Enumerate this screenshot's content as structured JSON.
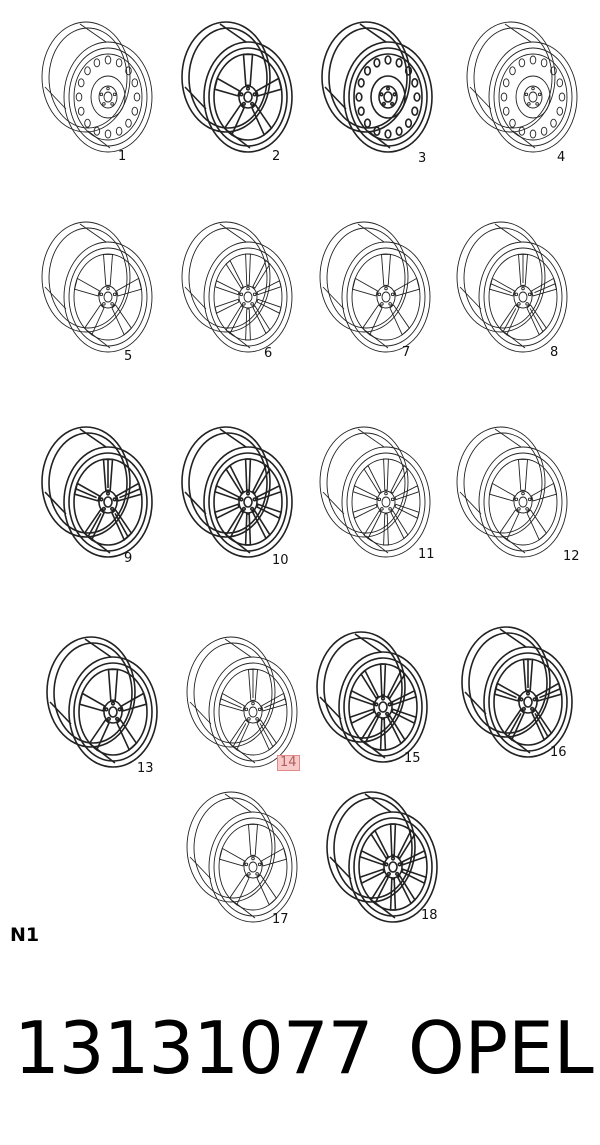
{
  "wheels": [
    {
      "label": "1",
      "kind": "steel",
      "dark": false
    },
    {
      "label": "2",
      "kind": "spoke5",
      "dark": true
    },
    {
      "label": "3",
      "kind": "steel",
      "dark": true
    },
    {
      "label": "4",
      "kind": "steel",
      "dark": false
    },
    {
      "label": "5",
      "kind": "spoke5",
      "dark": false
    },
    {
      "label": "6",
      "kind": "multi",
      "dark": false
    },
    {
      "label": "7",
      "kind": "spoke5",
      "dark": false
    },
    {
      "label": "8",
      "kind": "split",
      "dark": false
    },
    {
      "label": "9",
      "kind": "split",
      "dark": true
    },
    {
      "label": "10",
      "kind": "multi",
      "dark": true
    },
    {
      "label": "11",
      "kind": "multi",
      "dark": false
    },
    {
      "label": "12",
      "kind": "spoke5",
      "dark": false
    },
    {
      "label": "13",
      "kind": "spoke5",
      "dark": true
    },
    {
      "label": "14",
      "kind": "split",
      "dark": false,
      "highlighted": true
    },
    {
      "label": "15",
      "kind": "multi",
      "dark": true
    },
    {
      "label": "16",
      "kind": "split",
      "dark": true
    },
    {
      "label": "17",
      "kind": "spoke5",
      "dark": false
    },
    {
      "label": "18",
      "kind": "multi",
      "dark": true
    }
  ],
  "group_code": "N1",
  "part_number": "13131077",
  "brand": "OPEL"
}
